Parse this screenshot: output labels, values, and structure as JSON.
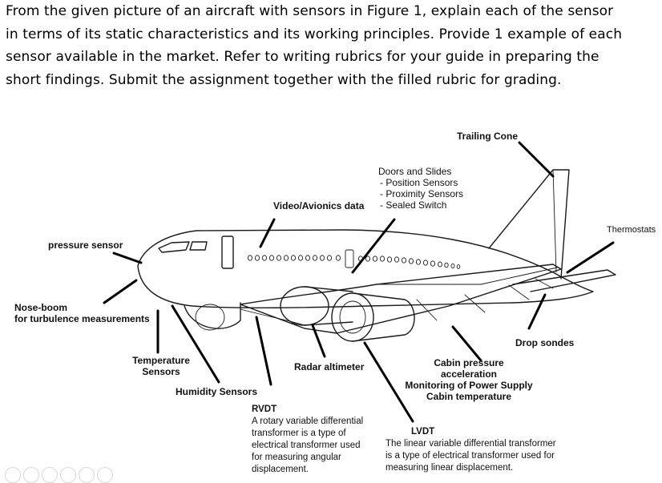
{
  "instructions": {
    "lines": [
      "From the given picture of an aircraft with sensors in Figure 1, explain each of the sensor",
      "in terms of its static characteristics and its working principles. Provide 1 example of each",
      "sensor available in the market. Refer to writing rubrics for your guide in preparing the",
      "short findings. Submit the assignment together with the filled rubric for grading."
    ]
  },
  "figure": {
    "labels": {
      "trailing_cone": "Trailing Cone",
      "doors_title": "Doors and Slides",
      "doors_1": "- Position Sensors",
      "doors_2": "- Proximity Sensors",
      "doors_3": "- Sealed Switch",
      "video": "Video/Avionics data",
      "thermostats": "Thermostats",
      "pressure": "pressure sensor",
      "nose_1": "Nose-boom",
      "nose_2": "for turbulence measurements",
      "temp_1": "Temperature",
      "temp_2": "Sensors",
      "radar": "Radar altimeter",
      "drop": "Drop sondes",
      "cabin_1": "Cabin pressure",
      "cabin_2": "acceleration",
      "cabin_3": "Monitoring of Power Supply",
      "cabin_4": "Cabin temperature",
      "humidity": "Humidity Sensors",
      "rvdt_title": "RVDT",
      "rvdt_1": "A rotary variable differential",
      "rvdt_2": "transformer is a type of",
      "rvdt_3": "electrical transformer used",
      "rvdt_4": "for measuring angular",
      "rvdt_5": "displacement.",
      "lvdt_title": "LVDT",
      "lvdt_1": "The linear variable differential transformer",
      "lvdt_2": "is a type of electrical transformer used for",
      "lvdt_3": "measuring linear displacement."
    }
  }
}
